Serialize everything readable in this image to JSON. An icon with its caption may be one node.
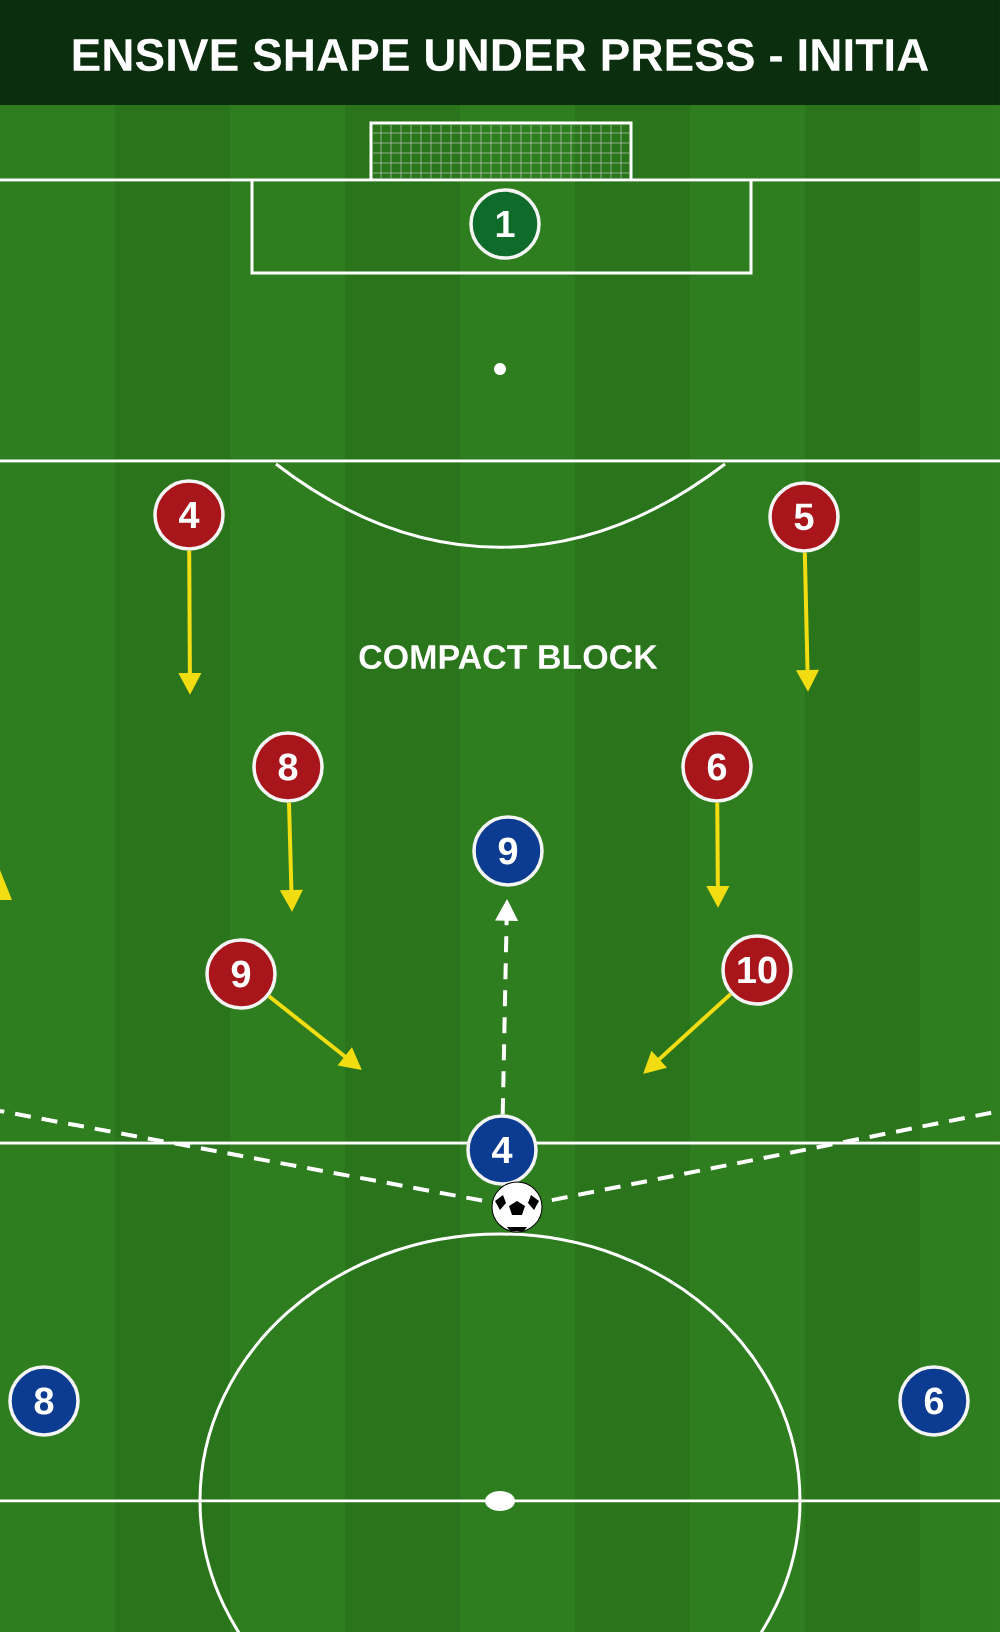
{
  "diagram": {
    "title": "ENSIVE SHAPE UNDER PRESS - INITIA",
    "nodes": [
      {
        "text": [
          "1"
        ]
      },
      {
        "text": [
          "4"
        ]
      },
      {
        "text": [
          "5"
        ]
      },
      {
        "text": [
          "8"
        ]
      },
      {
        "text": [
          "6"
        ]
      },
      {
        "text": [
          "9"
        ]
      },
      {
        "text": [
          "9"
        ]
      },
      {
        "text": [
          "10"
        ]
      },
      {
        "text": [
          "4"
        ]
      },
      {
        "text": [],
        "shape": "picture"
      },
      {
        "text": [
          "8"
        ]
      },
      {
        "text": [
          "6"
        ]
      }
    ],
    "edges": [
      {
        "from": 1,
        "to": null,
        "arrow": "to"
      },
      {
        "from": 2,
        "to": null,
        "arrow": "to"
      },
      {
        "from": 3,
        "to": null,
        "arrow": "to"
      },
      {
        "from": 4,
        "to": null,
        "arrow": "to"
      },
      {
        "from": 6,
        "to": null,
        "arrow": "to"
      },
      {
        "from": 7,
        "to": null,
        "arrow": "to"
      },
      {
        "from": 8,
        "to": 5,
        "arrow": "to",
        "style": "dashed",
        "color": "#ffffff"
      },
      {
        "from": 9,
        "to": null,
        "arrow": "none",
        "style": "dashed",
        "color": "#ffffff"
      },
      {
        "from": 9,
        "to": null,
        "arrow": "none",
        "style": "dashed",
        "color": "#ffffff"
      }
    ],
    "labels": [
      "COMPACT BLOCK"
    ]
  }
}
